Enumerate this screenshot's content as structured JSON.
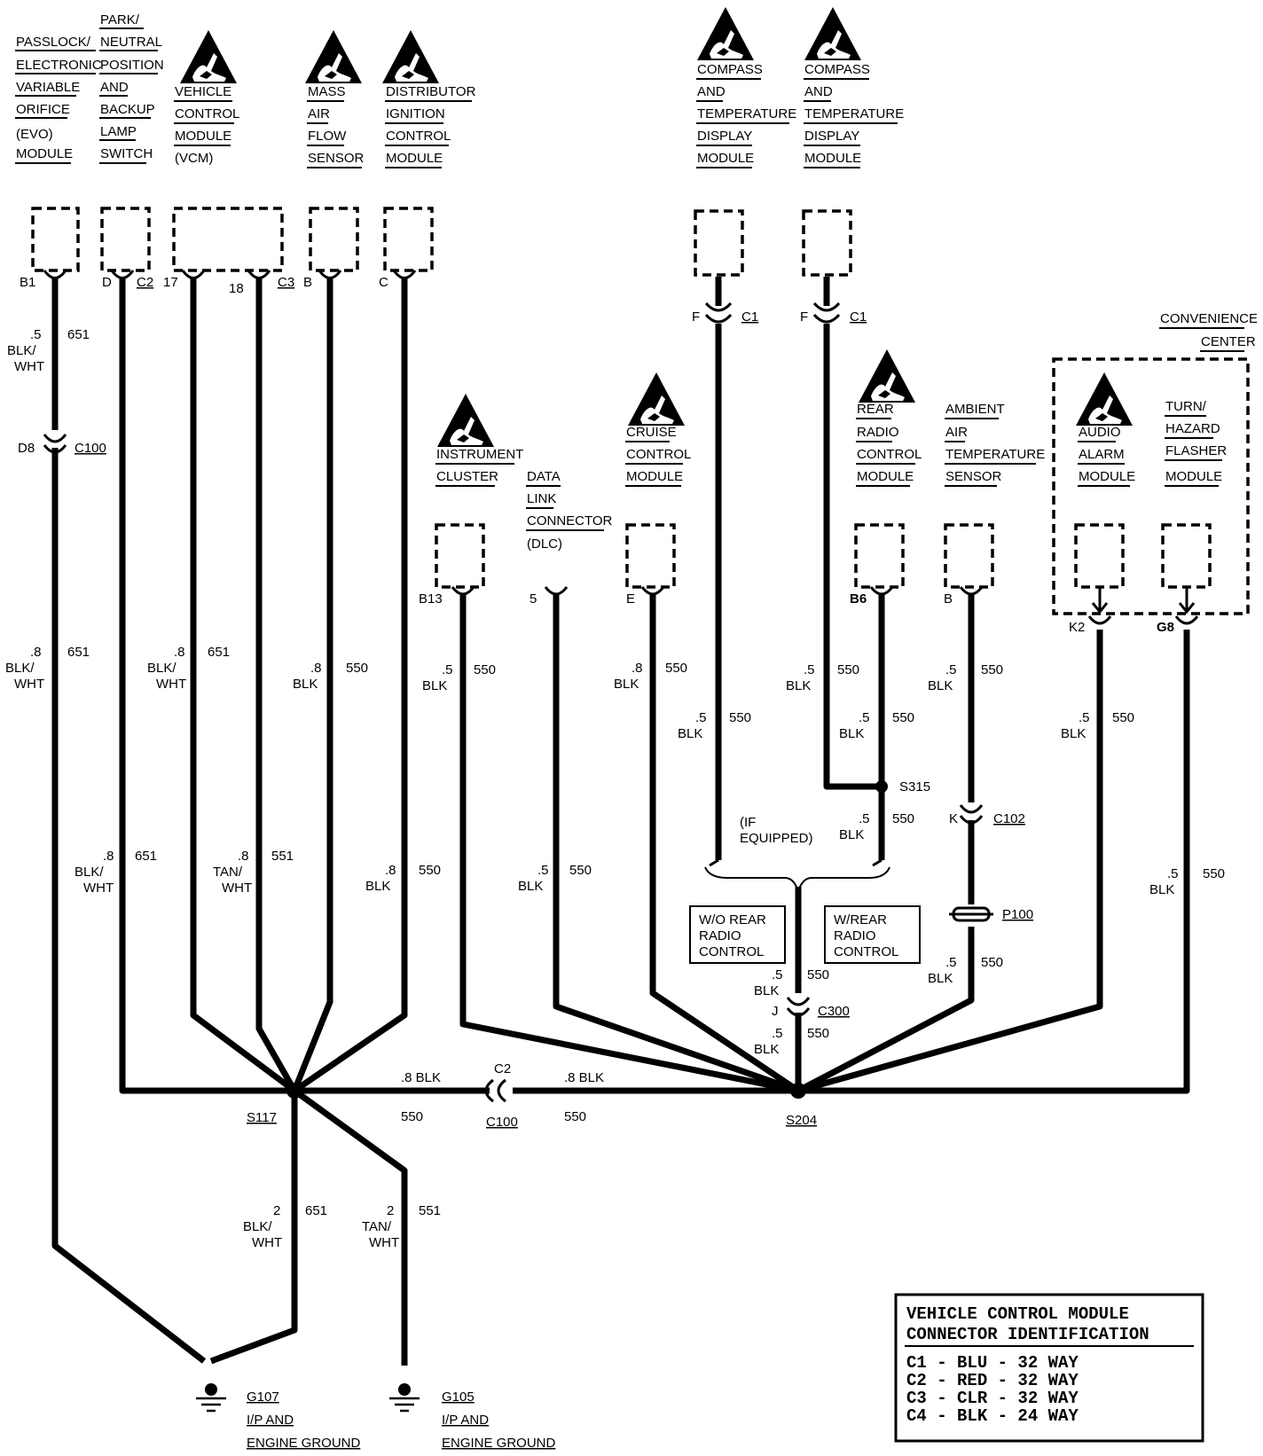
{
  "components": {
    "passlock": [
      "PASSLOCK/",
      "ELECTRONIC",
      "VARIABLE",
      "ORIFICE",
      "(EVO)",
      "MODULE"
    ],
    "park_neutral": [
      "PARK/",
      "NEUTRAL",
      "POSITION",
      "AND",
      "BACKUP",
      "LAMP",
      "SWITCH"
    ],
    "vcm": [
      "VEHICLE",
      "CONTROL",
      "MODULE",
      "(VCM)"
    ],
    "maf": [
      "MASS",
      "AIR",
      "FLOW",
      "SENSOR"
    ],
    "dist": [
      "DISTRIBUTOR",
      "IGNITION",
      "CONTROL",
      "MODULE"
    ],
    "compass1": [
      "COMPASS",
      "AND",
      "TEMPERATURE",
      "DISPLAY",
      "MODULE"
    ],
    "compass2": [
      "COMPASS",
      "AND",
      "TEMPERATURE",
      "DISPLAY",
      "MODULE"
    ],
    "cluster": [
      "INSTRUMENT",
      "CLUSTER"
    ],
    "dlc": [
      "DATA",
      "LINK",
      "CONNECTOR",
      "(DLC)"
    ],
    "cruise": [
      "CRUISE",
      "CONTROL",
      "MODULE"
    ],
    "rear_radio": [
      "REAR",
      "RADIO",
      "CONTROL",
      "MODULE"
    ],
    "ambient": [
      "AMBIENT",
      "AIR",
      "TEMPERATURE",
      "SENSOR"
    ],
    "conv_center": [
      "CONVENIENCE",
      "CENTER"
    ],
    "audio_alarm": [
      "AUDIO",
      "ALARM",
      "MODULE"
    ],
    "turn_hazard": [
      "TURN/",
      "HAZARD",
      "FLASHER",
      "MODULE"
    ]
  },
  "pins": {
    "b1": "B1",
    "d": "D",
    "c2": "C2",
    "p17": "17",
    "p18": "18",
    "c3": "C3",
    "b_maf": "B",
    "c_dist": "C",
    "f1": "F",
    "c1a": "C1",
    "f2": "F",
    "c1b": "C1",
    "b13": "B13",
    "p5": "5",
    "e": "E",
    "b6": "B6",
    "b_amb": "B",
    "k2": "K2",
    "g8": "G8",
    "d8": "D8",
    "k": "K",
    "j": "J",
    "c2_ipc": "C2"
  },
  "connectors": {
    "c100": "C100",
    "c100b": "C100",
    "c102": "C102",
    "c300": "C300",
    "p100": "P100"
  },
  "splices": {
    "s117": "S117",
    "s204": "S204",
    "s315": "S315"
  },
  "grounds": {
    "g107": [
      "G107",
      "I/P AND",
      "ENGINE GROUND"
    ],
    "g105": [
      "G105",
      "I/P AND",
      "ENGINE GROUND"
    ]
  },
  "wires": {
    "w1a": [
      ".5",
      "BLK/",
      "WHT",
      "651"
    ],
    "w1b": [
      ".8",
      "BLK/",
      "WHT",
      "651"
    ],
    "w2": [
      ".8",
      "BLK/",
      "WHT",
      "651"
    ],
    "w3": [
      ".8",
      "BLK/",
      "WHT",
      "651"
    ],
    "w4": [
      ".8",
      "TAN/",
      "WHT",
      "551"
    ],
    "w5": [
      ".8",
      "BLK",
      "550"
    ],
    "w6": [
      ".8",
      "BLK",
      "550"
    ],
    "w7": [
      ".5",
      "BLK",
      "550"
    ],
    "w8": [
      ".5",
      "BLK",
      "550"
    ],
    "w9": [
      ".8",
      "BLK",
      "550"
    ],
    "w10": [
      ".5",
      "BLK",
      "550"
    ],
    "w11": [
      ".5",
      "BLK",
      "550"
    ],
    "w12a": [
      ".5",
      "BLK",
      "550"
    ],
    "w12b": [
      ".5",
      "BLK",
      "550"
    ],
    "w12c": [
      ".5",
      "BLK",
      "550"
    ],
    "w13a": [
      ".5",
      "BLK",
      "550"
    ],
    "w13b": [
      ".5",
      "BLK",
      "550"
    ],
    "w14": [
      ".5",
      "BLK",
      "550"
    ],
    "w15": [
      ".5",
      "BLK",
      "550"
    ],
    "w16a": [
      ".5",
      "BLK",
      "550"
    ],
    "w16b": [
      ".5",
      "BLK",
      "550"
    ],
    "trunk_left": [
      ".8 BLK",
      "550"
    ],
    "trunk_right": [
      ".8 BLK",
      "550"
    ],
    "g107": [
      "2",
      "BLK/",
      "WHT",
      "651"
    ],
    "g105": [
      "2",
      "TAN/",
      "WHT",
      "551"
    ]
  },
  "option_notes": {
    "if_equipped": [
      "(IF",
      "EQUIPPED)"
    ],
    "wo_rear": [
      "W/O REAR",
      "RADIO",
      "CONTROL"
    ],
    "w_rear": [
      "W/REAR",
      "RADIO",
      "CONTROL"
    ]
  },
  "table": {
    "title": [
      "VEHICLE CONTROL MODULE",
      "CONNECTOR IDENTIFICATION"
    ],
    "rows": [
      "C1 - BLU - 32 WAY",
      "C2 - RED - 32 WAY",
      "C3 - CLR - 32 WAY",
      "C4 - BLK - 24 WAY"
    ]
  },
  "icon": "esd-sensitive-device-icon"
}
